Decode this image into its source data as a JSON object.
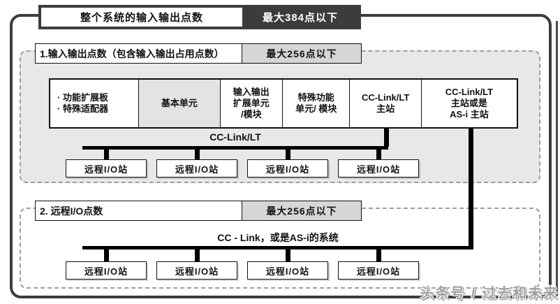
{
  "top_banner": {
    "label": "整个系统的输入输出点数",
    "value": "最大384点以下"
  },
  "section1": {
    "title": "1.输入输出点数（包含输入输出占用点数）",
    "limit": "最大256点以下",
    "cells": [
      "· 功能扩展板\n· 特殊适配器",
      "基本单元",
      "输入输出\n扩展单元\n/模块",
      "特殊功能\n单元/ 模块",
      "CC-Link/LT\n主站",
      "CC-Link/LT\n主站或是\nAS-i 主站"
    ],
    "bus_label": "CC-Link/LT",
    "stations": [
      "远程I/O站",
      "远程I/O站",
      "远程I/O站",
      "远程I/O站"
    ]
  },
  "section2": {
    "title": "2. 远程I/O点数",
    "limit": "最大256点以下",
    "bus_label": "CC - Link，或是AS-i的系统",
    "stations": [
      "远程I/O站",
      "远程I/O站",
      "远程I/O站",
      "远程I/O站"
    ]
  },
  "watermark": "头条号 / 过去和未来",
  "colors": {
    "frame_dark": "#3d3d3d",
    "container_gray": "#e8e8e8",
    "badge_gray": "#d6d6d6",
    "line_black": "#000000"
  }
}
